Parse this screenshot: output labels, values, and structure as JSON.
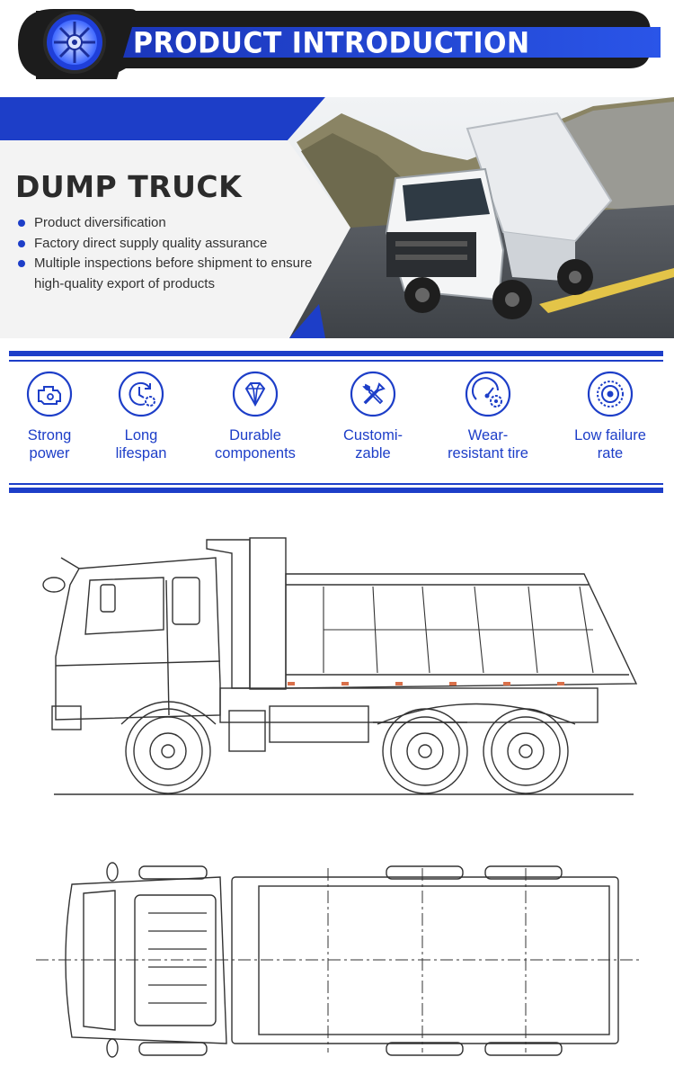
{
  "header": {
    "title": "PRODUCT INTRODUCTION",
    "wheel_icon": "wheel-icon"
  },
  "hero": {
    "title": "DUMP TRUCK",
    "bullets": [
      "Product diversification",
      "Factory direct supply quality assurance",
      "Multiple inspections before shipment to ensure high-quality export of products"
    ],
    "photo": "dump-truck-photo"
  },
  "features": [
    {
      "icon": "engine-icon",
      "label": "Strong\npower"
    },
    {
      "icon": "clock-gear-icon",
      "label": "Long\nlifespan"
    },
    {
      "icon": "diamond-icon",
      "label": "Durable\ncomponents"
    },
    {
      "icon": "tools-icon",
      "label": "Customi-\nzable"
    },
    {
      "icon": "gauge-gear-icon",
      "label": "Wear-\nresistant tire"
    },
    {
      "icon": "brake-disc-icon",
      "label": "Low failure\nrate"
    }
  ],
  "colors": {
    "accent": "#1d3ec8",
    "dark": "#1c1c1c",
    "text": "#333333"
  }
}
